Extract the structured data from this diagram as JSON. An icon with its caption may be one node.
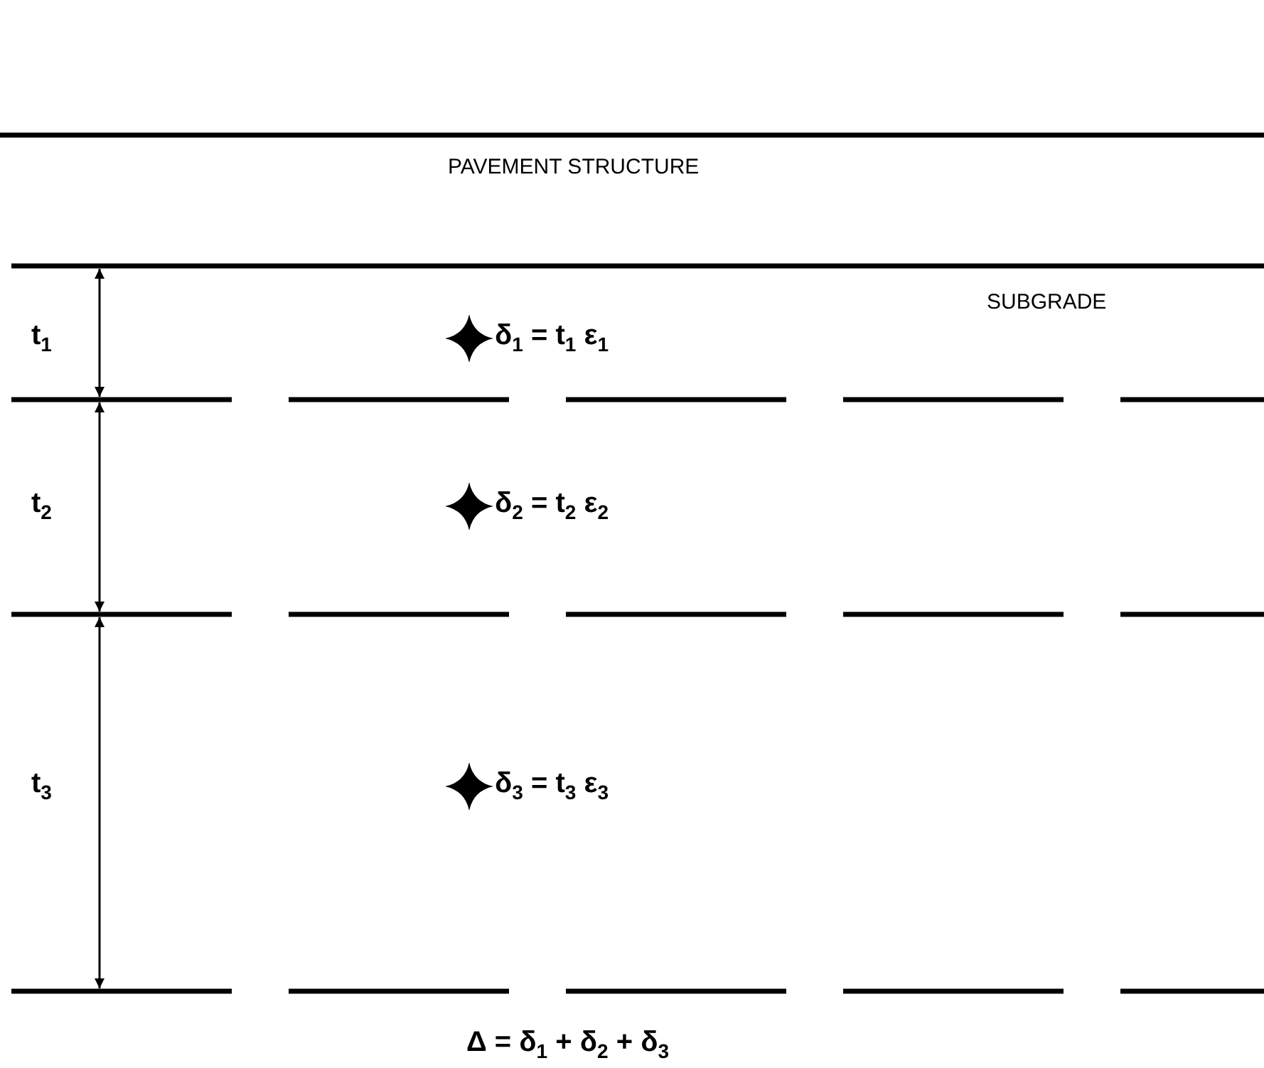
{
  "diagram": {
    "labels": [
      "PAVEMENT STRUCTURE",
      "SUBGRADE",
      "t$_{1}$",
      "δ$_{1}$ =  t$_{1}$ ε$_{1}$",
      "t$_{2}$",
      "δ$_{2}$ =  t$_{2}$ ε$_{2}$",
      "t$_{3}$",
      "δ$_{3}$ =  t$_{3}$ ε$_{3}$",
      "Δ = δ$_{1}$ + δ$_{2}$ + δ$_{3}$"
    ]
  }
}
